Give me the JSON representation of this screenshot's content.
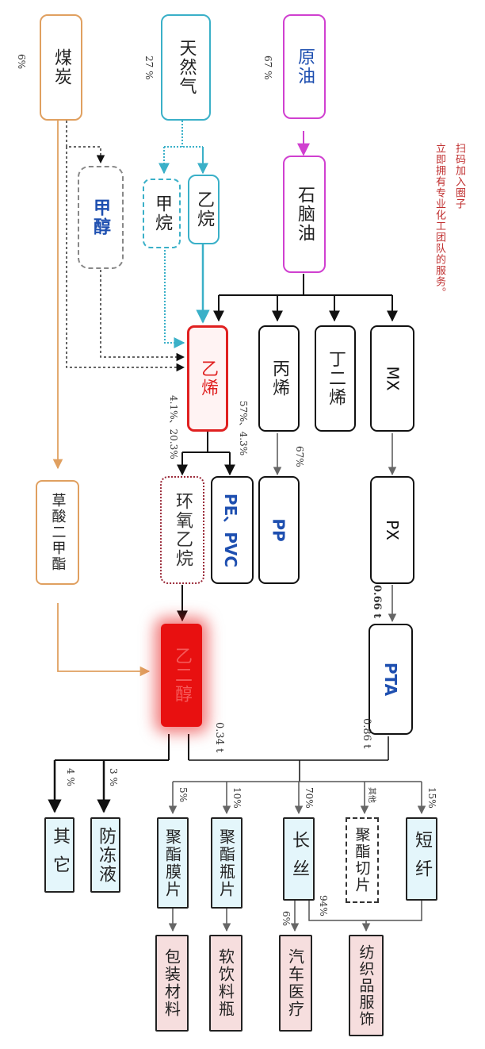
{
  "sources": {
    "coal": {
      "label": "煤炭",
      "share": "6%"
    },
    "gas": {
      "label": "天然气",
      "share": "27 %"
    },
    "oil": {
      "label": "原油",
      "share": "67 %"
    }
  },
  "intermediates": {
    "naphtha": "石脑油",
    "methanol": "甲醇",
    "methane": "甲烷",
    "ethane": "乙烷",
    "ethylene": "乙烯",
    "propylene": "丙烯",
    "butadiene": "丁二烯",
    "mx": "MX",
    "pe_pvc": "PE、PVC",
    "pp": "PP",
    "px": "PX",
    "pta": "PTA",
    "eo": "环氧乙烷",
    "dmo": "草酸二甲酯",
    "meg": "乙二醇"
  },
  "ratios": {
    "ethylene_to_pe": "57%、4.3%",
    "ethylene_to_eo": "4.1%、20.3%",
    "propylene_to_pp": "67%",
    "px_to_pta": "0.66 t",
    "pta_out": "0.86 t",
    "meg_out": "0.34 t"
  },
  "meg_uses": [
    {
      "label": "其它",
      "share": "4 %"
    },
    {
      "label": "防冻液",
      "share": "3 %"
    }
  ],
  "polyester_products": [
    {
      "label": "聚酯膜片",
      "share": "5%",
      "end_use": "包装材料"
    },
    {
      "label": "聚酯瓶片",
      "share": "10%",
      "end_use": "软饮料瓶"
    },
    {
      "label": "长丝",
      "share": "70%",
      "end_use": "汽车医疗",
      "end_share": "6%"
    },
    {
      "label": "聚酯切片",
      "share": "其他"
    },
    {
      "label": "短纤",
      "share": "15%",
      "end_use": "纺织品服饰",
      "end_share": "94%"
    }
  ],
  "note": {
    "line1": "扫码加入圈子",
    "line2": "立即拥有专业化工团队的服务。"
  },
  "colors": {
    "coal": "#e0a060",
    "gas": "#3ab0c8",
    "oil": "#d040d0",
    "ethylene": "#e02020",
    "product_fill": "#e4f6fb",
    "end_fill": "#f6dede",
    "blue_text": "#1e4fb0"
  }
}
